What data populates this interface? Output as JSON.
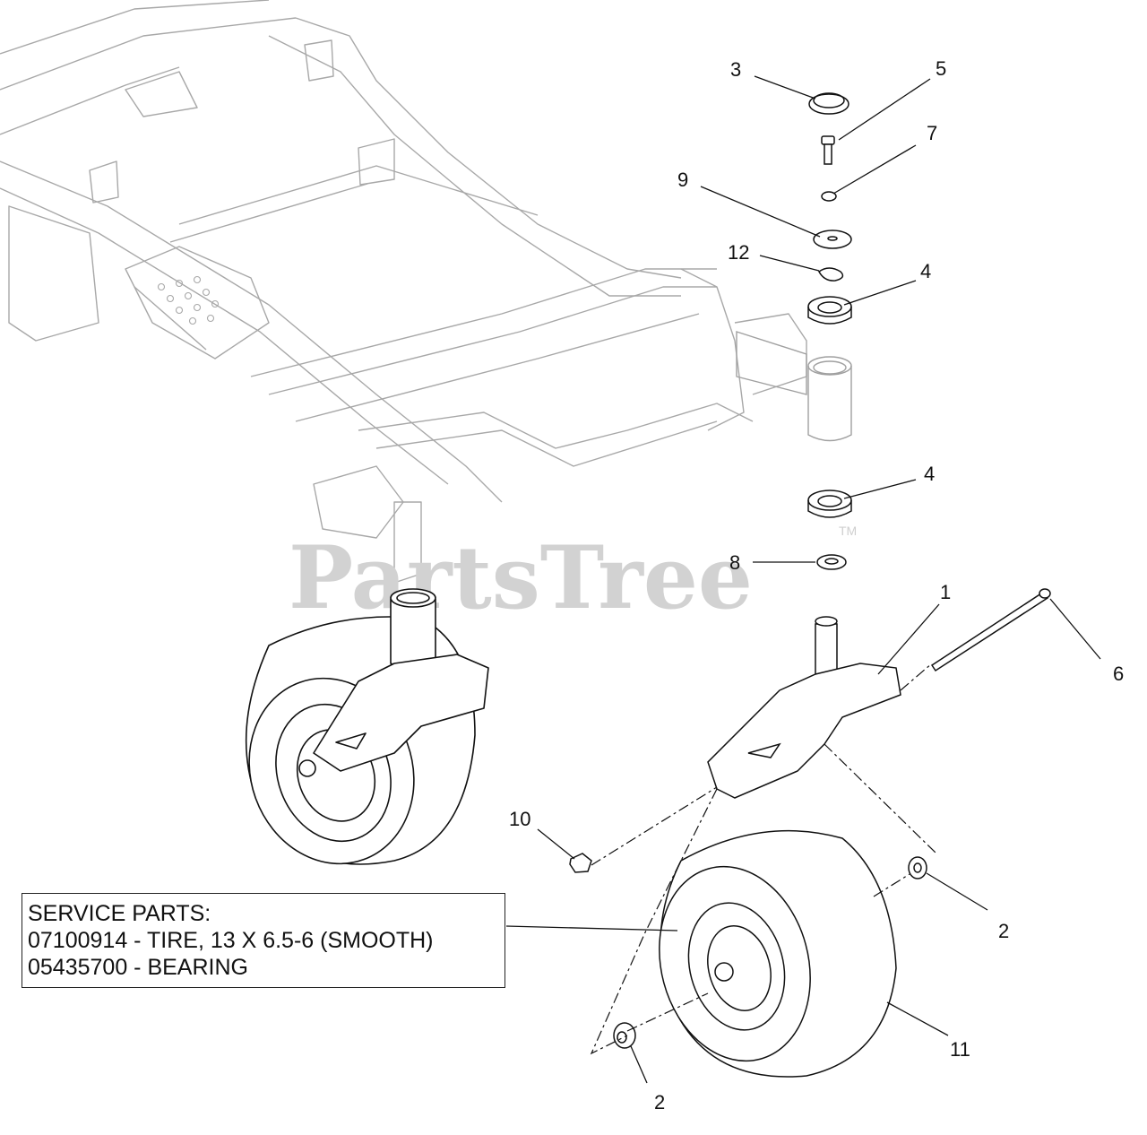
{
  "watermark": {
    "text": "PartsTree",
    "trademark": "TM"
  },
  "callouts": [
    {
      "id": "c3",
      "label": "3"
    },
    {
      "id": "c5",
      "label": "5"
    },
    {
      "id": "c7",
      "label": "7"
    },
    {
      "id": "c9",
      "label": "9"
    },
    {
      "id": "c12",
      "label": "12"
    },
    {
      "id": "c4a",
      "label": "4"
    },
    {
      "id": "c4b",
      "label": "4"
    },
    {
      "id": "c8",
      "label": "8"
    },
    {
      "id": "c1",
      "label": "1"
    },
    {
      "id": "c6",
      "label": "6"
    },
    {
      "id": "c10",
      "label": "10"
    },
    {
      "id": "c2a",
      "label": "2"
    },
    {
      "id": "c2b",
      "label": "2"
    },
    {
      "id": "c11",
      "label": "11"
    }
  ],
  "service_parts": {
    "heading": "SERVICE PARTS:",
    "lines": [
      "07100914 - TIRE, 13 X 6.5-6 (SMOOTH)",
      "05435700 - BEARING"
    ]
  }
}
